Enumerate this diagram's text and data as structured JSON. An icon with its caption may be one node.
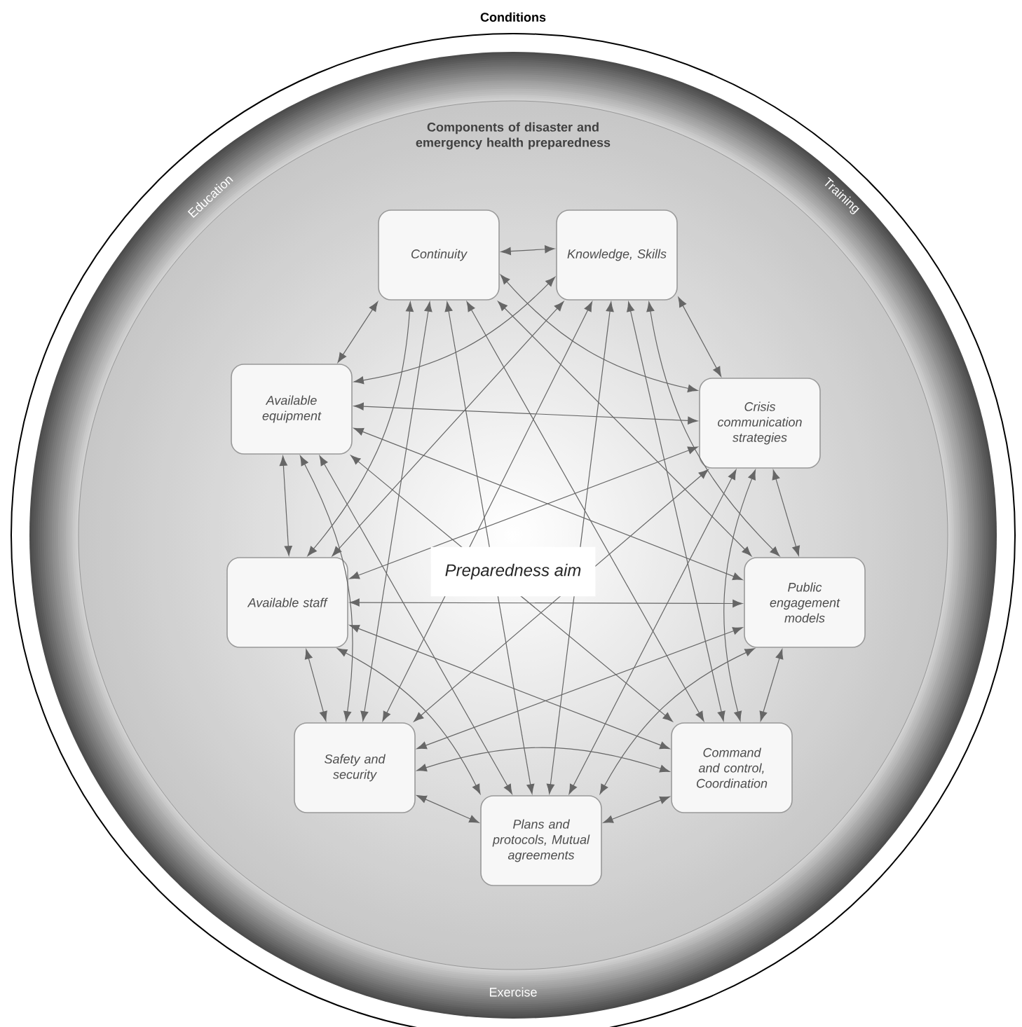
{
  "diagram": {
    "nodes": [
      {
        "text": [
          "Conditions"
        ]
      },
      {
        "text": [
          "Education",
          "Training",
          "Exercise"
        ],
        "in": 0
      },
      {
        "text": [
          "Components of disaster and emergency health preparedness"
        ],
        "in": 1
      },
      {
        "text": [
          "Continuity"
        ],
        "in": 2
      },
      {
        "text": [
          "Knowledge, Skills"
        ],
        "in": 2
      },
      {
        "text": [
          "Crisis communication strategies"
        ],
        "in": 2
      },
      {
        "text": [
          "Public engagement models"
        ],
        "in": 2
      },
      {
        "text": [
          "Command and control, Coordination"
        ],
        "in": 2
      },
      {
        "text": [
          "Plans and protocols, Mutual agreements"
        ],
        "in": 2
      },
      {
        "text": [
          "Safety and security"
        ],
        "in": 2
      },
      {
        "text": [
          "Available staff"
        ],
        "in": 2
      },
      {
        "text": [
          "Available equipment"
        ],
        "in": 2
      }
    ],
    "edges": [
      {
        "from": 3,
        "to": 4,
        "arrow": "both"
      },
      {
        "from": 3,
        "to": 5,
        "arrow": "both"
      },
      {
        "from": 3,
        "to": 6,
        "arrow": "both"
      },
      {
        "from": 3,
        "to": 7,
        "arrow": "both"
      },
      {
        "from": 3,
        "to": 8,
        "arrow": "both"
      },
      {
        "from": 3,
        "to": 9,
        "arrow": "both"
      },
      {
        "from": 3,
        "to": 10,
        "arrow": "both"
      },
      {
        "from": 3,
        "to": 11,
        "arrow": "both"
      },
      {
        "from": 4,
        "to": 5,
        "arrow": "both"
      },
      {
        "from": 4,
        "to": 6,
        "arrow": "both"
      },
      {
        "from": 4,
        "to": 7,
        "arrow": "both"
      },
      {
        "from": 4,
        "to": 8,
        "arrow": "both"
      },
      {
        "from": 4,
        "to": 9,
        "arrow": "both"
      },
      {
        "from": 4,
        "to": 10,
        "arrow": "both"
      },
      {
        "from": 4,
        "to": 11,
        "arrow": "both"
      },
      {
        "from": 5,
        "to": 6,
        "arrow": "both"
      },
      {
        "from": 5,
        "to": 7,
        "arrow": "both"
      },
      {
        "from": 5,
        "to": 8,
        "arrow": "both"
      },
      {
        "from": 5,
        "to": 9,
        "arrow": "both"
      },
      {
        "from": 5,
        "to": 10,
        "arrow": "both"
      },
      {
        "from": 5,
        "to": 11,
        "arrow": "both"
      },
      {
        "from": 6,
        "to": 7,
        "arrow": "both"
      },
      {
        "from": 6,
        "to": 8,
        "arrow": "both"
      },
      {
        "from": 6,
        "to": 9,
        "arrow": "both"
      },
      {
        "from": 6,
        "to": 10,
        "arrow": "both"
      },
      {
        "from": 6,
        "to": 11,
        "arrow": "both"
      },
      {
        "from": 7,
        "to": 8,
        "arrow": "both"
      },
      {
        "from": 7,
        "to": 9,
        "arrow": "both"
      },
      {
        "from": 7,
        "to": 10,
        "arrow": "both"
      },
      {
        "from": 7,
        "to": 11,
        "arrow": "both"
      },
      {
        "from": 8,
        "to": 9,
        "arrow": "both"
      },
      {
        "from": 8,
        "to": 10,
        "arrow": "both"
      },
      {
        "from": 8,
        "to": 11,
        "arrow": "both"
      },
      {
        "from": 9,
        "to": 10,
        "arrow": "both"
      },
      {
        "from": 9,
        "to": 11,
        "arrow": "both"
      },
      {
        "from": 10,
        "to": 11,
        "arrow": "both"
      }
    ],
    "labels": [
      "Preparedness aim"
    ]
  }
}
